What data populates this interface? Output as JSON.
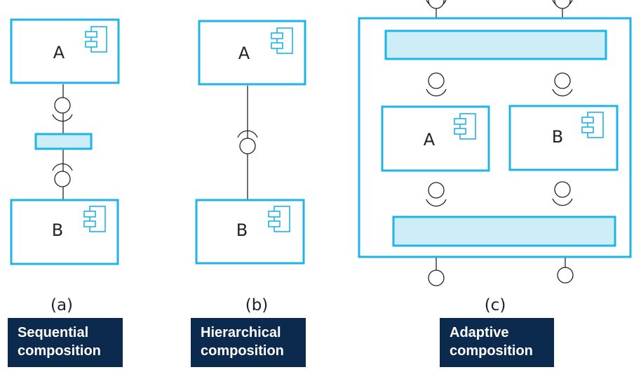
{
  "diagram_a": {
    "top_component": "A",
    "bottom_component": "B",
    "sublabel": "(a)",
    "caption_line1": "Sequential",
    "caption_line2": "composition"
  },
  "diagram_b": {
    "top_component": "A",
    "bottom_component": "B",
    "sublabel": "(b)",
    "caption_line1": "Hierarchical",
    "caption_line2": "composition"
  },
  "diagram_c": {
    "left_component": "A",
    "right_component": "B",
    "sublabel": "(c)",
    "caption_line1": "Adaptive",
    "caption_line2": "composition"
  },
  "colors": {
    "component_border": "#1fb3e6",
    "connector_fill": "#cdeef9",
    "caption_bg": "#0c2a4e"
  }
}
